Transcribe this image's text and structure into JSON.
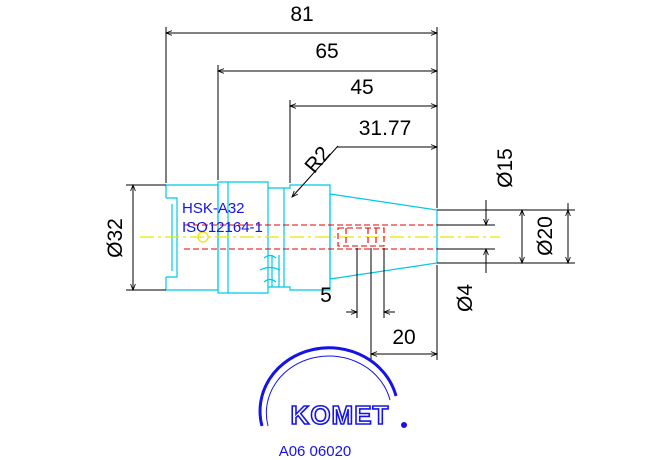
{
  "drawing": {
    "dimensions": {
      "length_81": "81",
      "length_65": "65",
      "length_45": "45",
      "length_31_77": "31.77",
      "radius": "R2",
      "dia_32": "Ø32",
      "dia_15": "Ø15",
      "dia_20": "Ø20",
      "dia_4": "Ø4",
      "length_5": "5",
      "length_20": "20"
    },
    "labels": {
      "interface": "HSK-A32",
      "standard": "ISO12164-1"
    },
    "brand": {
      "name": "KOMET"
    },
    "article_number": "A06 06020",
    "colors": {
      "outline": "#00c8e6",
      "dimension": "#000000",
      "text_blue": "#1414e6",
      "hidden_line": "#e60000",
      "center_line": "#e6e600"
    }
  }
}
